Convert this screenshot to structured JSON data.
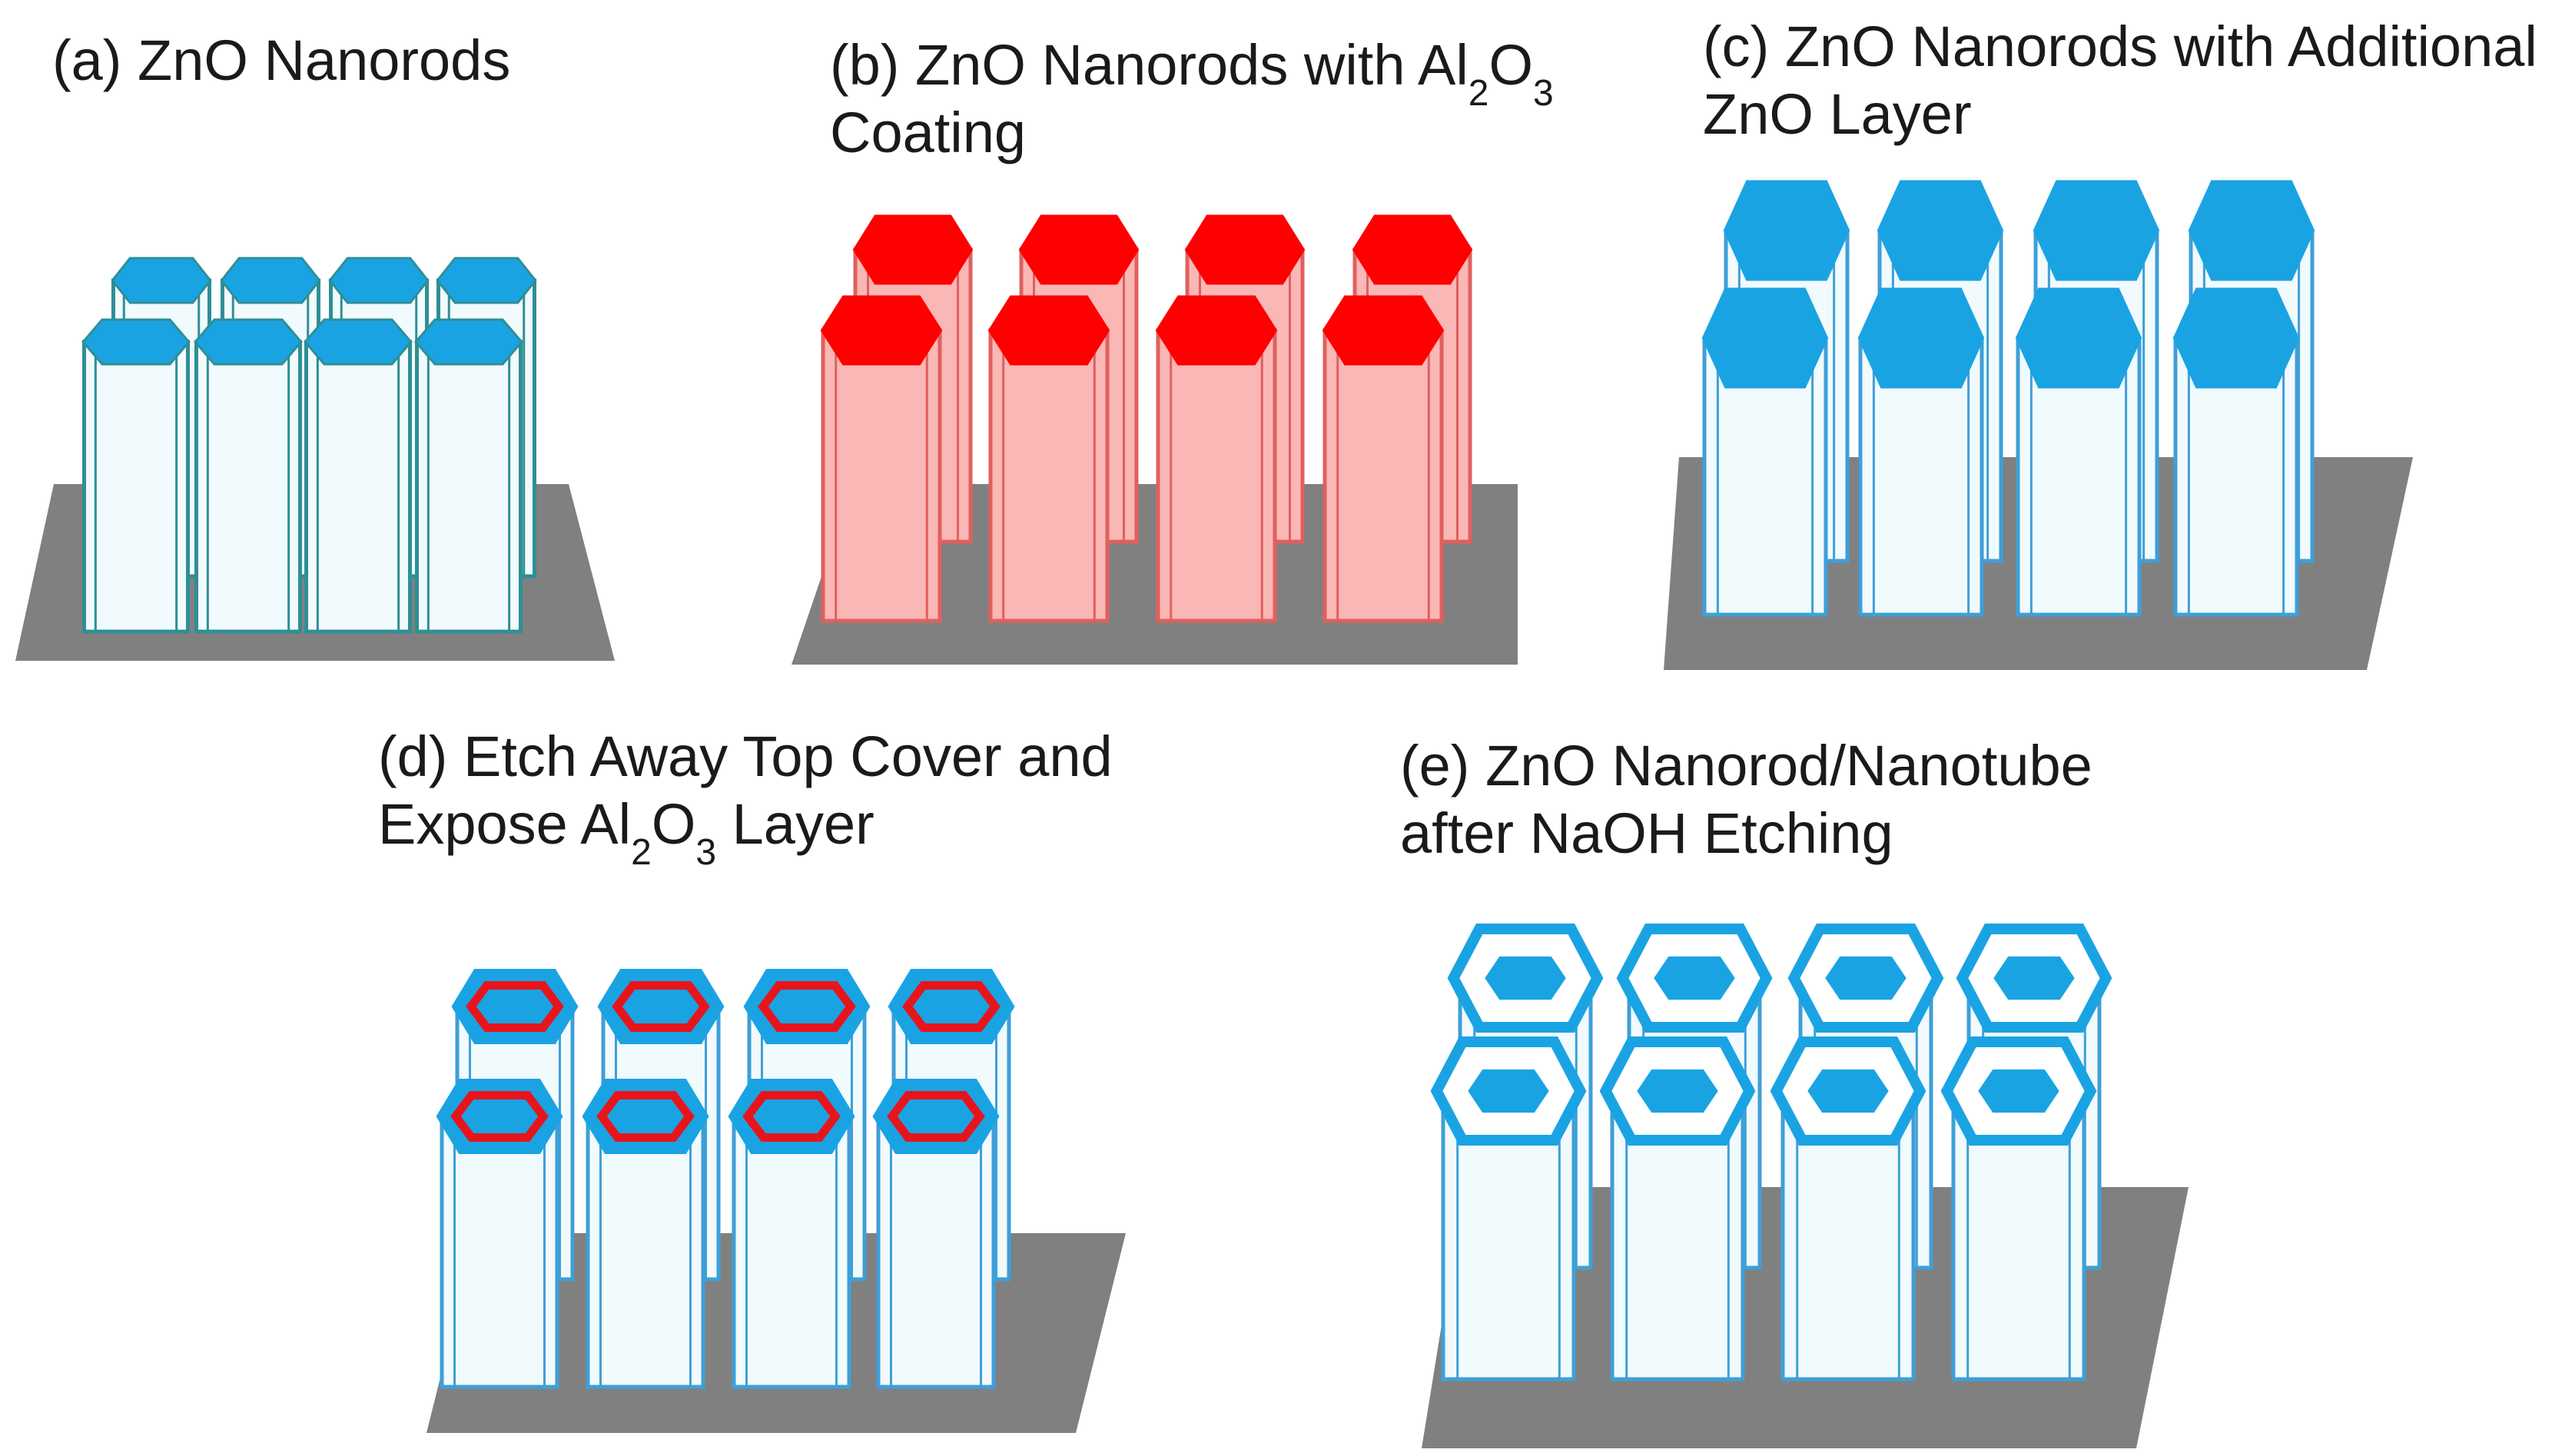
{
  "colors": {
    "zno_cap": "#1aa3e3",
    "zno_rod_fill": "#f1fafd",
    "zno_rod_edge_a": "#2e8f95",
    "zno_rod_edge": "#3f9fd8",
    "al2o3_fill": "#f9b7b5",
    "al2o3_edge": "#e0605e",
    "al2o3_cap": "#ff0000",
    "al2o3_ring": "#e8141c",
    "substrate": "#808080"
  },
  "panels": [
    {
      "id": "a",
      "title_lines": [
        [
          "(a) ZnO Nanorods"
        ]
      ]
    },
    {
      "id": "b",
      "title_lines": [
        [
          "(b) ZnO Nanorods with Al",
          {
            "sub": "2"
          },
          "O",
          {
            "sub": "3"
          }
        ],
        [
          "Coating"
        ]
      ]
    },
    {
      "id": "c",
      "title_lines": [
        [
          "(c) ZnO Nanorods with Additional"
        ],
        [
          "ZnO Layer"
        ]
      ]
    },
    {
      "id": "d",
      "title_lines": [
        [
          "(d) Etch Away Top Cover and"
        ],
        [
          "Expose Al",
          {
            "sub": "2"
          },
          "O",
          {
            "sub": "3"
          },
          " Layer"
        ]
      ]
    },
    {
      "id": "e",
      "title_lines": [
        [
          "(e) ZnO Nanorod/Nanotube"
        ],
        [
          "after NaOH Etching"
        ]
      ]
    }
  ]
}
